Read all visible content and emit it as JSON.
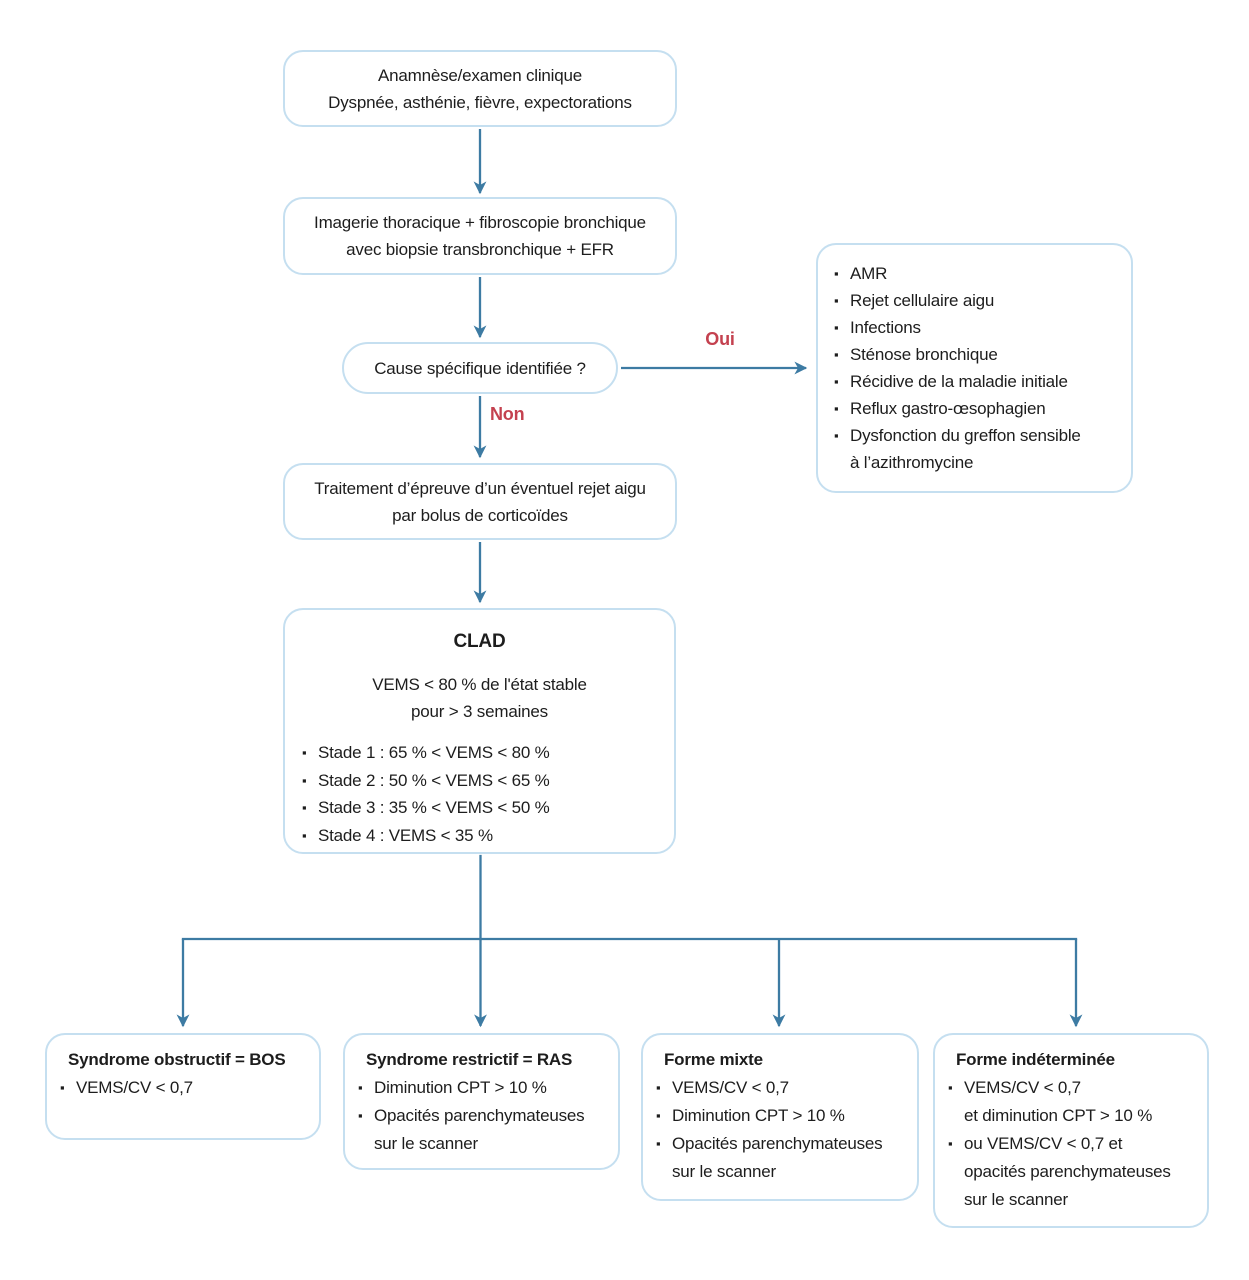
{
  "colors": {
    "box_border": "#c5dff0",
    "box_fill": "#ffffff",
    "arrow": "#3d7ba3",
    "decision_label": "#c4414f",
    "text": "#1d1d1d"
  },
  "edge_labels": {
    "yes": "Oui",
    "no": "Non"
  },
  "nodes": {
    "anamnese": {
      "line1": "Anamnèse/examen clinique",
      "line2": "Dyspnée, asthénie, fièvre, expectorations"
    },
    "imagerie": {
      "line1": "Imagerie thoracique + fibroscopie bronchique",
      "line2": "avec biopsie transbronchique + EFR"
    },
    "decision": {
      "label": "Cause spécifique identifiée ?"
    },
    "causes": {
      "items": [
        "AMR",
        "Rejet cellulaire aigu",
        "Infections",
        "Sténose bronchique",
        "Récidive de la maladie initiale",
        "Reflux gastro-œsophagien",
        "Dysfonction du greffon sensible\nà l’azithromycine"
      ]
    },
    "traitement": {
      "line1": "Traitement d’épreuve d’un éventuel rejet aigu",
      "line2": "par bolus de corticoïdes"
    },
    "clad": {
      "title": "CLAD",
      "criteria_line1": "VEMS < 80 % de l'état stable",
      "criteria_line2": "pour > 3 semaines",
      "stades": [
        "Stade 1 : 65 % < VEMS < 80 %",
        "Stade 2 : 50 % < VEMS < 65 %",
        "Stade 3 : 35 % < VEMS < 50 %",
        "Stade 4 : VEMS < 35 %"
      ]
    },
    "bos": {
      "title": "Syndrome obstructif = BOS",
      "items": [
        "VEMS/CV < 0,7"
      ]
    },
    "ras": {
      "title": "Syndrome restrictif = RAS",
      "items": [
        "Diminution CPT > 10 %",
        "Opacités parenchymateuses\nsur le scanner"
      ]
    },
    "mixte": {
      "title": "Forme mixte",
      "items": [
        "VEMS/CV < 0,7",
        "Diminution CPT > 10 %",
        "Opacités parenchymateuses\nsur le scanner"
      ]
    },
    "indeterminee": {
      "title": "Forme indéterminée",
      "items": [
        "VEMS/CV < 0,7\net diminution CPT > 10 %",
        "ou VEMS/CV < 0,7 et\nopacités parenchymateuses\nsur le scanner"
      ]
    }
  }
}
